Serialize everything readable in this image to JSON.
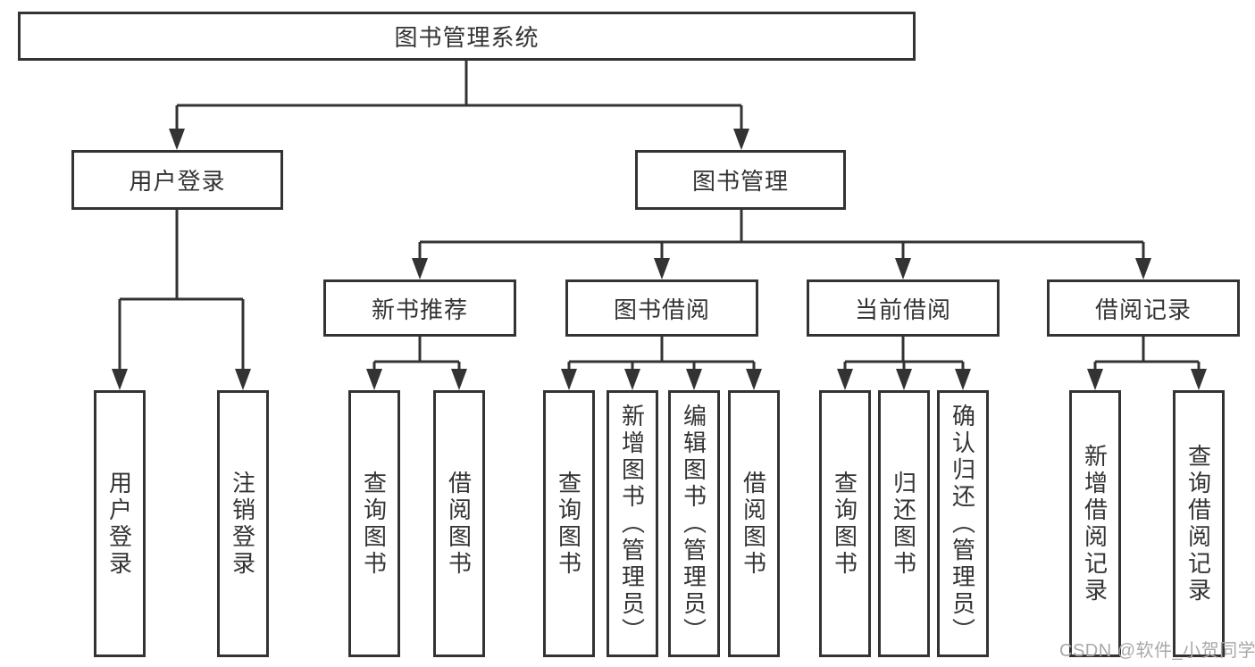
{
  "diagram_title": "图书管理系统",
  "tree": {
    "root": {
      "label": "图书管理系统"
    },
    "branches": [
      {
        "label": "用户登录",
        "children": [
          {
            "label": "用户登录"
          },
          {
            "label": "注销登录"
          }
        ]
      },
      {
        "label": "图书管理",
        "children": [
          {
            "label": "新书推荐",
            "children": [
              {
                "label": "查询图书"
              },
              {
                "label": "借阅图书"
              }
            ]
          },
          {
            "label": "图书借阅",
            "children": [
              {
                "label": "查询图书"
              },
              {
                "label": "新增图书（管理员）"
              },
              {
                "label": "编辑图书（管理员）"
              },
              {
                "label": "借阅图书"
              }
            ]
          },
          {
            "label": "当前借阅",
            "children": [
              {
                "label": "查询图书"
              },
              {
                "label": "归还图书"
              },
              {
                "label": "确认归还（管理员）"
              }
            ]
          },
          {
            "label": "借阅记录",
            "children": [
              {
                "label": "新增借阅记录"
              },
              {
                "label": "查询借阅记录"
              }
            ]
          }
        ]
      }
    ]
  },
  "watermark": "CSDN @软件_小贺同学",
  "colors": {
    "line": "#333333",
    "text": "#333333",
    "watermark": "#a9a9a9",
    "background": "#ffffff"
  }
}
